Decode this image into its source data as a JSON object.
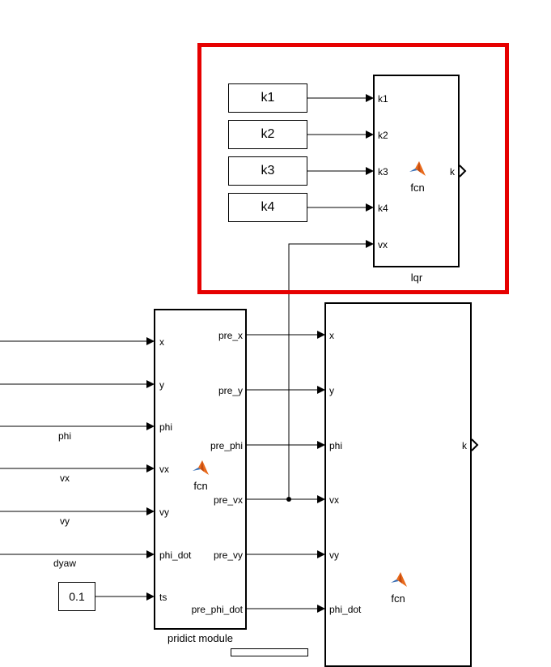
{
  "highlight_color": "#e60000",
  "lqr_block": {
    "caption": "lqr",
    "function_label": "fcn",
    "icon": "matlab-logo-icon",
    "inputs": [
      "k1",
      "k2",
      "k3",
      "k4",
      "vx"
    ],
    "output": "k"
  },
  "constants_top": [
    "k1",
    "k2",
    "k3",
    "k4"
  ],
  "predict_block": {
    "caption": "pridict module",
    "function_label": "fcn",
    "icon": "matlab-logo-icon",
    "inputs": [
      "x",
      "y",
      "phi",
      "vx",
      "vy",
      "phi_dot",
      "ts"
    ],
    "outputs": [
      "pre_x",
      "pre_y",
      "pre_phi",
      "pre_vx",
      "pre_vy",
      "pre_phi_dot"
    ]
  },
  "controller_block": {
    "function_label": "fcn",
    "icon": "matlab-logo-icon",
    "inputs": [
      "x",
      "y",
      "phi",
      "vx",
      "vy",
      "phi_dot"
    ],
    "output": "k"
  },
  "signal_labels": [
    "phi",
    "vx",
    "vy",
    "dyaw"
  ],
  "ts_constant": "0.1"
}
